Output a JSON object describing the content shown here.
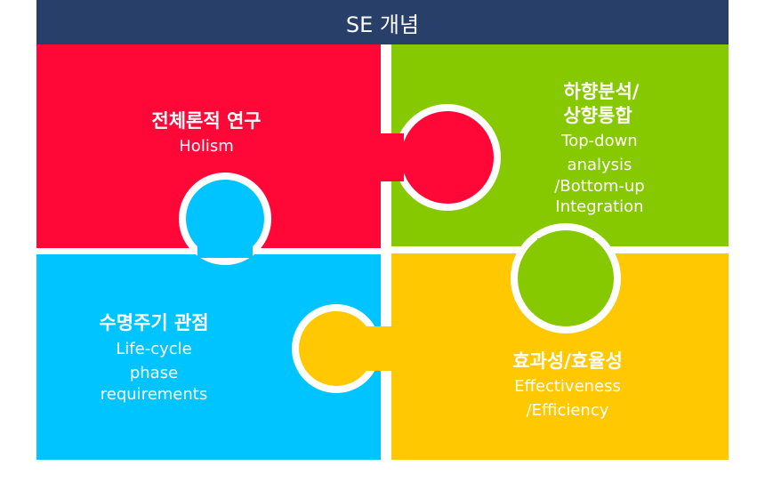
{
  "title": "SE 개념",
  "colors": {
    "header": "#283f6a",
    "red": "#ff0838",
    "green": "#86c900",
    "blue": "#00c4ff",
    "yellow": "#ffc800"
  },
  "pieces": {
    "holism": {
      "ko": "전체론적 연구",
      "en": [
        "Holism"
      ]
    },
    "topdown": {
      "ko": [
        "하향분석/",
        "상향통합"
      ],
      "en": [
        "Top-down",
        "analysis",
        "/Bottom-up",
        "Integration"
      ]
    },
    "lifecycle": {
      "ko": "수명주기 관점",
      "en": [
        "Life-cycle",
        "phase",
        "requirements"
      ]
    },
    "effectiveness": {
      "ko": "효과성/효율성",
      "en": [
        "Effectiveness",
        "/Efficiency"
      ]
    }
  }
}
